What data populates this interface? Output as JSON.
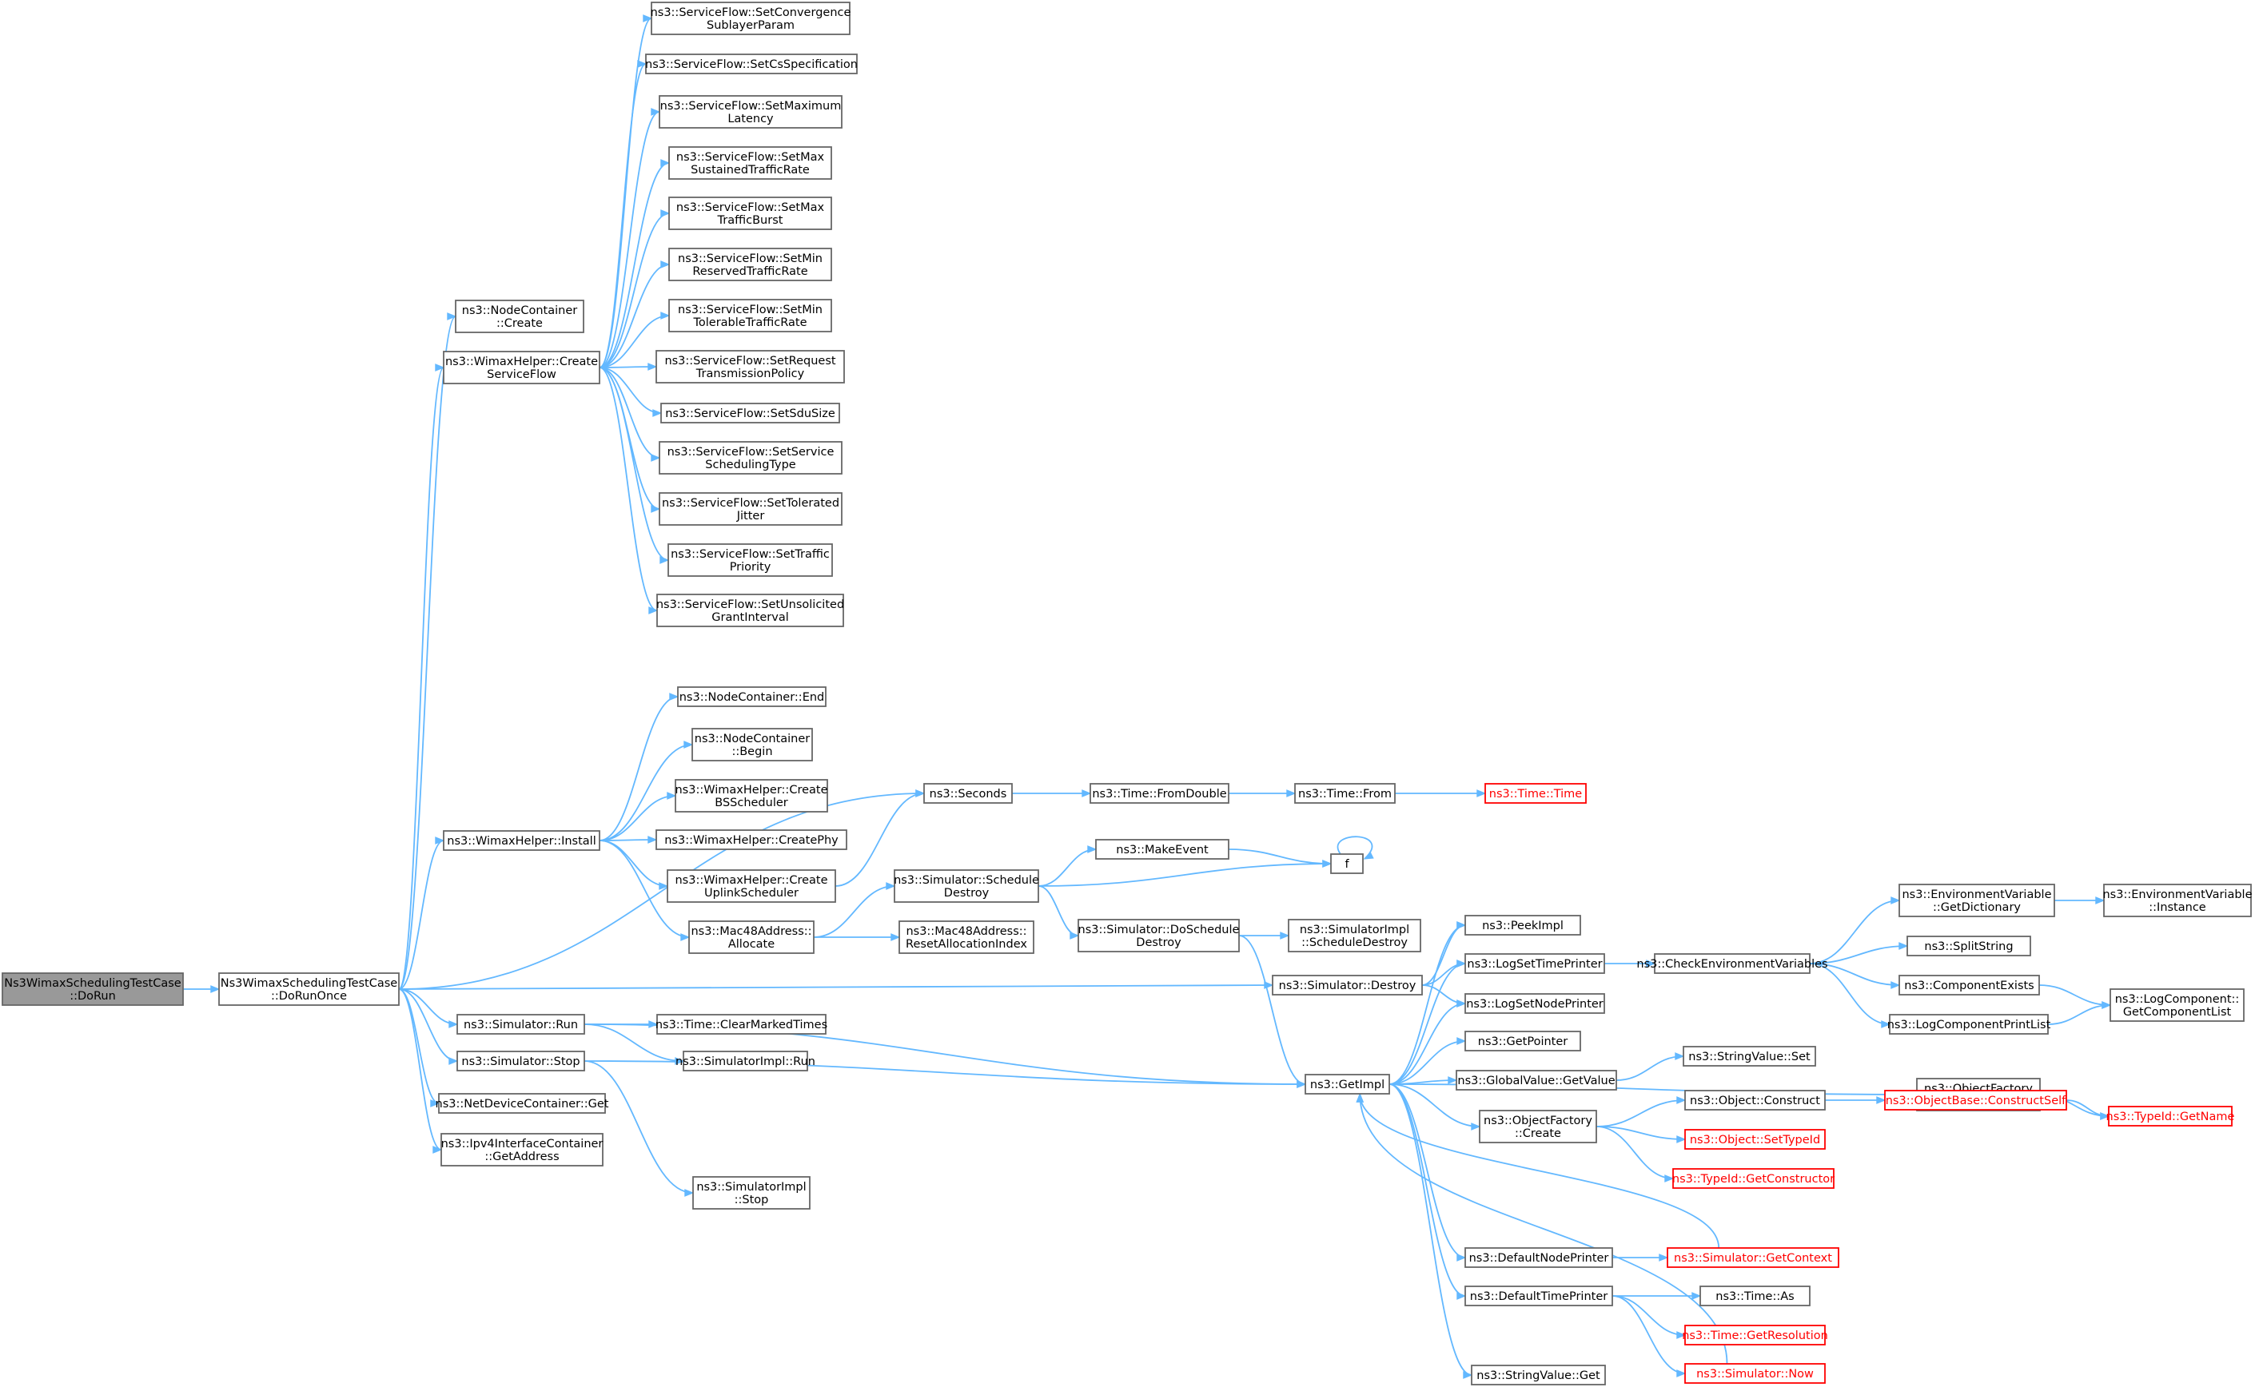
{
  "graph": {
    "nodes": [
      {
        "id": "root",
        "lines": [
          "Ns3WimaxSchedulingTestCase",
          "::DoRun"
        ],
        "root": true
      },
      {
        "id": "dorunonce",
        "lines": [
          "Ns3WimaxSchedulingTestCase",
          "::DoRunOnce"
        ]
      },
      {
        "id": "nc_create",
        "lines": [
          "ns3::NodeContainer",
          "::Create"
        ]
      },
      {
        "id": "csf",
        "lines": [
          "ns3::WimaxHelper::Create",
          "ServiceFlow"
        ]
      },
      {
        "id": "sf1",
        "lines": [
          "ns3::ServiceFlow::SetConvergence",
          "SublayerParam"
        ]
      },
      {
        "id": "sf2",
        "lines": [
          "ns3::ServiceFlow::SetCsSpecification"
        ]
      },
      {
        "id": "sf3",
        "lines": [
          "ns3::ServiceFlow::SetMaximum",
          "Latency"
        ]
      },
      {
        "id": "sf4",
        "lines": [
          "ns3::ServiceFlow::SetMax",
          "SustainedTrafficRate"
        ]
      },
      {
        "id": "sf5",
        "lines": [
          "ns3::ServiceFlow::SetMax",
          "TrafficBurst"
        ]
      },
      {
        "id": "sf6",
        "lines": [
          "ns3::ServiceFlow::SetMin",
          "ReservedTrafficRate"
        ]
      },
      {
        "id": "sf7",
        "lines": [
          "ns3::ServiceFlow::SetMin",
          "TolerableTrafficRate"
        ]
      },
      {
        "id": "sf8",
        "lines": [
          "ns3::ServiceFlow::SetRequest",
          "TransmissionPolicy"
        ]
      },
      {
        "id": "sf9",
        "lines": [
          "ns3::ServiceFlow::SetSduSize"
        ]
      },
      {
        "id": "sf10",
        "lines": [
          "ns3::ServiceFlow::SetService",
          "SchedulingType"
        ]
      },
      {
        "id": "sf11",
        "lines": [
          "ns3::ServiceFlow::SetTolerated",
          "Jitter"
        ]
      },
      {
        "id": "sf12",
        "lines": [
          "ns3::ServiceFlow::SetTraffic",
          "Priority"
        ]
      },
      {
        "id": "sf13",
        "lines": [
          "ns3::ServiceFlow::SetUnsolicited",
          "GrantInterval"
        ]
      },
      {
        "id": "install",
        "lines": [
          "ns3::WimaxHelper::Install"
        ]
      },
      {
        "id": "nc_end",
        "lines": [
          "ns3::NodeContainer::End"
        ]
      },
      {
        "id": "nc_begin",
        "lines": [
          "ns3::NodeContainer",
          "::Begin"
        ]
      },
      {
        "id": "bssched",
        "lines": [
          "ns3::WimaxHelper::Create",
          "BSScheduler"
        ]
      },
      {
        "id": "createphy",
        "lines": [
          "ns3::WimaxHelper::CreatePhy"
        ]
      },
      {
        "id": "ulsched",
        "lines": [
          "ns3::WimaxHelper::Create",
          "UplinkScheduler"
        ]
      },
      {
        "id": "mac_alloc",
        "lines": [
          "ns3::Mac48Address::",
          "Allocate"
        ]
      },
      {
        "id": "sched_destroy",
        "lines": [
          "ns3::Simulator::Schedule",
          "Destroy"
        ]
      },
      {
        "id": "reset_alloc",
        "lines": [
          "ns3::Mac48Address::",
          "ResetAllocationIndex"
        ]
      },
      {
        "id": "seconds",
        "lines": [
          "ns3::Seconds"
        ]
      },
      {
        "id": "fromdouble",
        "lines": [
          "ns3::Time::FromDouble"
        ]
      },
      {
        "id": "from",
        "lines": [
          "ns3::Time::From"
        ]
      },
      {
        "id": "timetime",
        "lines": [
          "ns3::Time::Time"
        ],
        "trunc": true
      },
      {
        "id": "makeevent",
        "lines": [
          "ns3::MakeEvent"
        ]
      },
      {
        "id": "f",
        "lines": [
          "f"
        ]
      },
      {
        "id": "do_sched_destroy",
        "lines": [
          "ns3::Simulator::DoSchedule",
          "Destroy"
        ]
      },
      {
        "id": "impl_sched_destroy",
        "lines": [
          "ns3::SimulatorImpl",
          "::ScheduleDestroy"
        ]
      },
      {
        "id": "sim_destroy",
        "lines": [
          "ns3::Simulator::Destroy"
        ]
      },
      {
        "id": "sim_run",
        "lines": [
          "ns3::Simulator::Run"
        ]
      },
      {
        "id": "clearmarked",
        "lines": [
          "ns3::Time::ClearMarkedTimes"
        ]
      },
      {
        "id": "impl_run",
        "lines": [
          "ns3::SimulatorImpl::Run"
        ]
      },
      {
        "id": "sim_stop",
        "lines": [
          "ns3::Simulator::Stop"
        ]
      },
      {
        "id": "ndc_get",
        "lines": [
          "ns3::NetDeviceContainer::Get"
        ]
      },
      {
        "id": "ipv4_get",
        "lines": [
          "ns3::Ipv4InterfaceContainer",
          "::GetAddress"
        ]
      },
      {
        "id": "impl_stop",
        "lines": [
          "ns3::SimulatorImpl",
          "::Stop"
        ]
      },
      {
        "id": "getimpl",
        "lines": [
          "ns3::GetImpl"
        ]
      },
      {
        "id": "peekimpl",
        "lines": [
          "ns3::PeekImpl"
        ]
      },
      {
        "id": "logsettime",
        "lines": [
          "ns3::LogSetTimePrinter"
        ]
      },
      {
        "id": "logsetnode",
        "lines": [
          "ns3::LogSetNodePrinter"
        ]
      },
      {
        "id": "getpointer",
        "lines": [
          "ns3::GetPointer"
        ]
      },
      {
        "id": "gv_get",
        "lines": [
          "ns3::GlobalValue::GetValue"
        ]
      },
      {
        "id": "of_create",
        "lines": [
          "ns3::ObjectFactory",
          "::Create"
        ]
      },
      {
        "id": "defnode",
        "lines": [
          "ns3::DefaultNodePrinter"
        ]
      },
      {
        "id": "deftime",
        "lines": [
          "ns3::DefaultTimePrinter"
        ]
      },
      {
        "id": "sv_get",
        "lines": [
          "ns3::StringValue::Get"
        ]
      },
      {
        "id": "checkenv",
        "lines": [
          "ns3::CheckEnvironmentVariables"
        ]
      },
      {
        "id": "sv_set",
        "lines": [
          "ns3::StringValue::Set"
        ]
      },
      {
        "id": "obj_construct",
        "lines": [
          "ns3::Object::Construct"
        ]
      },
      {
        "id": "obj_settypeid",
        "lines": [
          "ns3::Object::SetTypeId"
        ],
        "trunc": true
      },
      {
        "id": "typeid_getctor",
        "lines": [
          "ns3::TypeId::GetConstructor"
        ],
        "trunc": true
      },
      {
        "id": "sim_getcontext",
        "lines": [
          "ns3::Simulator::GetContext"
        ],
        "trunc": true
      },
      {
        "id": "time_as",
        "lines": [
          "ns3::Time::As"
        ]
      },
      {
        "id": "time_getres",
        "lines": [
          "ns3::Time::GetResolution"
        ],
        "trunc": true
      },
      {
        "id": "sim_now",
        "lines": [
          "ns3::Simulator::Now"
        ],
        "trunc": true
      },
      {
        "id": "env_getdict",
        "lines": [
          "ns3::EnvironmentVariable",
          "::GetDictionary"
        ]
      },
      {
        "id": "env_instance",
        "lines": [
          "ns3::EnvironmentVariable",
          "::Instance"
        ]
      },
      {
        "id": "splitstring",
        "lines": [
          "ns3::SplitString"
        ]
      },
      {
        "id": "compexists",
        "lines": [
          "ns3::ComponentExists"
        ]
      },
      {
        "id": "logcompprint",
        "lines": [
          "ns3::LogComponentPrintList"
        ]
      },
      {
        "id": "logcomp_getlist",
        "lines": [
          "ns3::LogComponent::",
          "GetComponentList"
        ]
      },
      {
        "id": "of_settypeid",
        "lines": [
          "ns3::ObjectFactory",
          "::SetTypeId"
        ]
      },
      {
        "id": "typeid_getname",
        "lines": [
          "ns3::TypeId::GetName"
        ],
        "trunc": true
      },
      {
        "id": "objbase_construct",
        "lines": [
          "ns3::ObjectBase::ConstructSelf"
        ],
        "trunc": true
      }
    ],
    "edges": [
      [
        "root",
        "dorunonce"
      ],
      [
        "dorunonce",
        "nc_create"
      ],
      [
        "dorunonce",
        "csf"
      ],
      [
        "dorunonce",
        "seconds"
      ],
      [
        "dorunonce",
        "install"
      ],
      [
        "dorunonce",
        "sim_destroy"
      ],
      [
        "dorunonce",
        "sim_run"
      ],
      [
        "dorunonce",
        "sim_stop"
      ],
      [
        "dorunonce",
        "ndc_get"
      ],
      [
        "dorunonce",
        "ipv4_get"
      ],
      [
        "csf",
        "sf1"
      ],
      [
        "csf",
        "sf2"
      ],
      [
        "csf",
        "sf3"
      ],
      [
        "csf",
        "sf4"
      ],
      [
        "csf",
        "sf5"
      ],
      [
        "csf",
        "sf6"
      ],
      [
        "csf",
        "sf7"
      ],
      [
        "csf",
        "sf8"
      ],
      [
        "csf",
        "sf9"
      ],
      [
        "csf",
        "sf10"
      ],
      [
        "csf",
        "sf11"
      ],
      [
        "csf",
        "sf12"
      ],
      [
        "csf",
        "sf13"
      ],
      [
        "install",
        "nc_end"
      ],
      [
        "install",
        "nc_begin"
      ],
      [
        "install",
        "bssched"
      ],
      [
        "install",
        "createphy"
      ],
      [
        "install",
        "ulsched"
      ],
      [
        "install",
        "mac_alloc"
      ],
      [
        "ulsched",
        "seconds"
      ],
      [
        "mac_alloc",
        "sched_destroy"
      ],
      [
        "mac_alloc",
        "reset_alloc"
      ],
      [
        "seconds",
        "fromdouble"
      ],
      [
        "fromdouble",
        "from"
      ],
      [
        "from",
        "timetime"
      ],
      [
        "sched_destroy",
        "f"
      ],
      [
        "sched_destroy",
        "makeevent"
      ],
      [
        "sched_destroy",
        "do_sched_destroy"
      ],
      [
        "makeevent",
        "f"
      ],
      [
        "f",
        "f"
      ],
      [
        "do_sched_destroy",
        "impl_sched_destroy"
      ],
      [
        "do_sched_destroy",
        "getimpl"
      ],
      [
        "sim_destroy",
        "peekimpl"
      ],
      [
        "sim_destroy",
        "logsettime"
      ],
      [
        "sim_destroy",
        "logsetnode"
      ],
      [
        "sim_run",
        "clearmarked"
      ],
      [
        "sim_run",
        "impl_run"
      ],
      [
        "sim_run",
        "getimpl"
      ],
      [
        "sim_stop",
        "impl_stop"
      ],
      [
        "sim_stop",
        "getimpl"
      ],
      [
        "getimpl",
        "peekimpl"
      ],
      [
        "getimpl",
        "logsettime"
      ],
      [
        "getimpl",
        "logsetnode"
      ],
      [
        "getimpl",
        "getpointer"
      ],
      [
        "getimpl",
        "gv_get"
      ],
      [
        "getimpl",
        "of_settypeid"
      ],
      [
        "getimpl",
        "of_create"
      ],
      [
        "getimpl",
        "defnode"
      ],
      [
        "getimpl",
        "deftime"
      ],
      [
        "getimpl",
        "sv_get"
      ],
      [
        "logsettime",
        "checkenv"
      ],
      [
        "checkenv",
        "env_getdict"
      ],
      [
        "checkenv",
        "splitstring"
      ],
      [
        "checkenv",
        "compexists"
      ],
      [
        "checkenv",
        "logcompprint"
      ],
      [
        "env_getdict",
        "env_instance"
      ],
      [
        "compexists",
        "logcomp_getlist"
      ],
      [
        "logcompprint",
        "logcomp_getlist"
      ],
      [
        "gv_get",
        "sv_set"
      ],
      [
        "of_settypeid",
        "typeid_getname"
      ],
      [
        "of_create",
        "obj_construct"
      ],
      [
        "of_create",
        "obj_settypeid"
      ],
      [
        "of_create",
        "typeid_getctor"
      ],
      [
        "obj_construct",
        "objbase_construct"
      ],
      [
        "objbase_construct",
        "typeid_getname"
      ],
      [
        "defnode",
        "sim_getcontext"
      ],
      [
        "sim_getcontext",
        "getimpl"
      ],
      [
        "deftime",
        "time_as"
      ],
      [
        "deftime",
        "time_getres"
      ],
      [
        "deftime",
        "sim_now"
      ],
      [
        "sim_now",
        "getimpl"
      ]
    ]
  }
}
